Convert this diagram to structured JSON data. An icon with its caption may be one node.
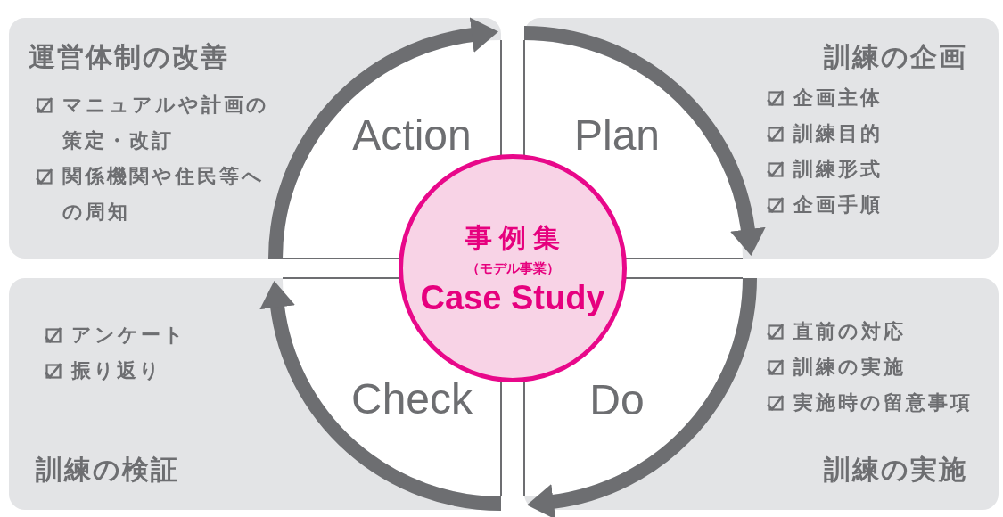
{
  "diagram": {
    "nodes": [
      {
        "text": [
          "運営体制の改善",
          "マニュアルや計画の策定・改訂",
          "関係機関や住民等への周知"
        ]
      },
      {
        "text": [
          "訓練の企画",
          "企画主体",
          "訓練目的",
          "訓練形式",
          "企画手順"
        ]
      },
      {
        "text": [
          "アンケート",
          "振り返り",
          "訓練の検証"
        ]
      },
      {
        "text": [
          "直前の対応",
          "訓練の実施",
          "実施時の留意事項",
          "訓練の実施"
        ]
      },
      {
        "text": [
          "Action"
        ],
        "in": 0
      },
      {
        "text": [
          "Plan"
        ],
        "in": 1
      },
      {
        "text": [
          "Check"
        ],
        "in": 2
      },
      {
        "text": [
          "Do"
        ],
        "in": 3
      },
      {
        "text": [
          "事例集",
          "（モデル事業）",
          "Case Study"
        ]
      }
    ],
    "edges": [
      {
        "from": 6,
        "to": 4,
        "arrow": "to"
      },
      {
        "from": 4,
        "to": 5,
        "arrow": "to"
      },
      {
        "from": 5,
        "to": 7,
        "arrow": "to"
      },
      {
        "from": 7,
        "to": 6,
        "arrow": "to"
      }
    ]
  }
}
